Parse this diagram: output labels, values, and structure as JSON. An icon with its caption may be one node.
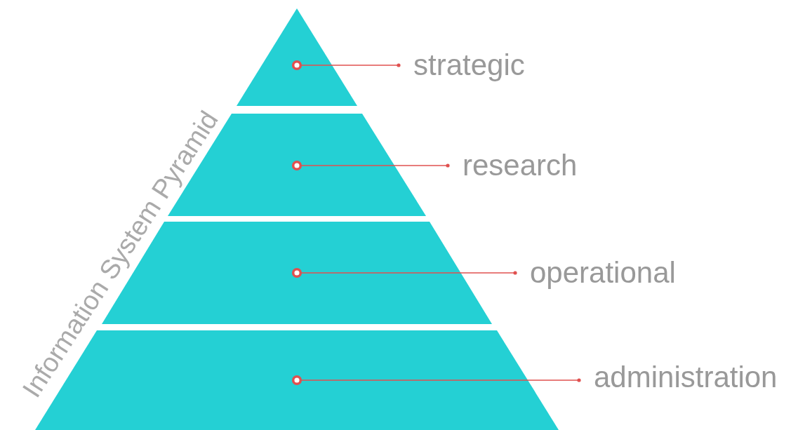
{
  "diagram": {
    "title": "Information System Pyramid",
    "nodes": [
      {
        "text": [],
        "shape": "triangle"
      },
      {
        "text": [],
        "shape": "band"
      },
      {
        "text": [],
        "shape": "band"
      },
      {
        "text": [],
        "shape": "band"
      },
      {
        "text": [
          "strategic"
        ]
      },
      {
        "text": [
          "research"
        ]
      },
      {
        "text": [
          "operational"
        ]
      },
      {
        "text": [
          "administration"
        ]
      }
    ],
    "edges": [
      {
        "from": 4,
        "to": 0,
        "arrow": "other"
      },
      {
        "from": 5,
        "to": 1,
        "arrow": "other"
      },
      {
        "from": 6,
        "to": 2,
        "arrow": "other"
      },
      {
        "from": 7,
        "to": 3,
        "arrow": "other"
      }
    ]
  }
}
